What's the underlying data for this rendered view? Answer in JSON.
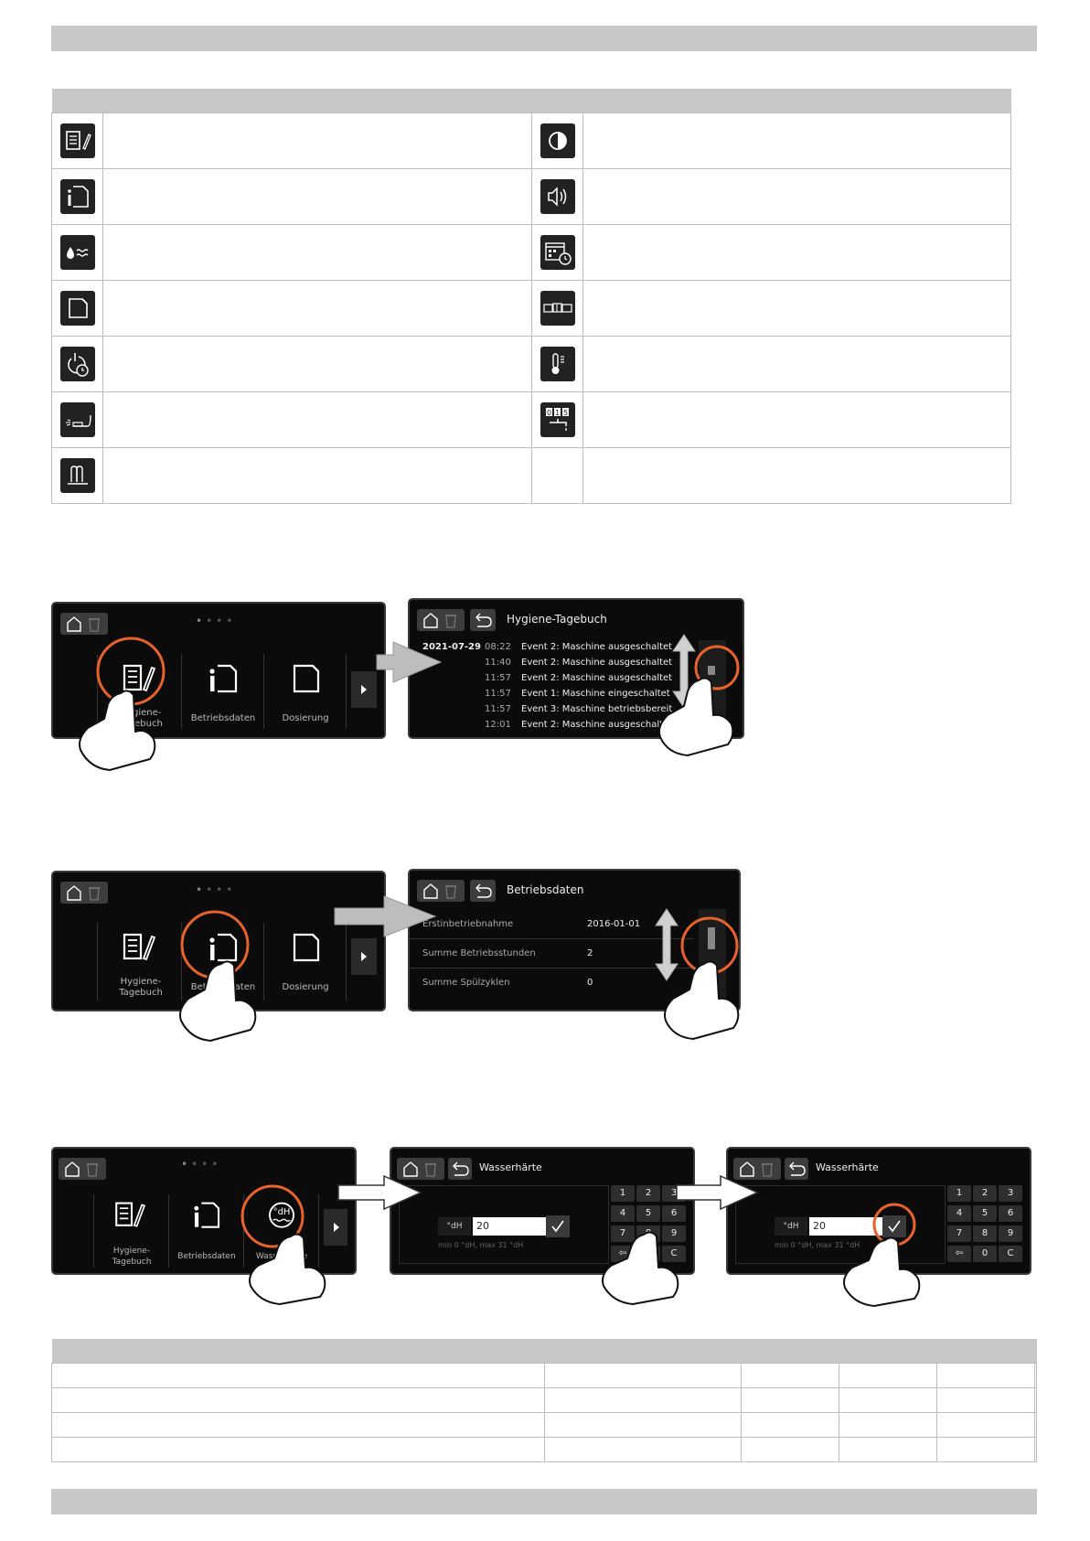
{
  "screen1": {
    "tiles": [
      {
        "label": "Hygiene-\nTagebuch"
      },
      {
        "label": "Betriebsdaten"
      },
      {
        "label": "Dosierung"
      }
    ]
  },
  "screen2": {
    "title": "Hygiene-Tagebuch",
    "date": "2021-07-29",
    "rows": [
      {
        "time": "08:22",
        "event": "Event 2: Maschine ausgeschaltet"
      },
      {
        "time": "11:40",
        "event": "Event 2: Maschine ausgeschaltet"
      },
      {
        "time": "11:57",
        "event": "Event 2: Maschine ausgeschaltet"
      },
      {
        "time": "11:57",
        "event": "Event 1: Maschine eingeschaltet"
      },
      {
        "time": "11:57",
        "event": "Event 3: Maschine betriebsbereit"
      },
      {
        "time": "12:01",
        "event": "Event 2: Maschine ausgeschaltet"
      }
    ]
  },
  "screen3": {
    "tiles": [
      {
        "label": "Hygiene-\nTagebuch"
      },
      {
        "label": "Betriebsdaten"
      },
      {
        "label": "Dosierung"
      }
    ]
  },
  "screen4": {
    "title": "Betriebsdaten",
    "rows": [
      {
        "label": "Erstinbetriebnahme",
        "value": "2016-01-01"
      },
      {
        "label": "Summe Betriebsstunden",
        "value": "2"
      },
      {
        "label": "Summe Spülzyklen",
        "value": "0"
      }
    ]
  },
  "screen5": {
    "tiles": [
      {
        "label": "Hygiene-\nTagebuch"
      },
      {
        "label": "Betriebsdaten"
      },
      {
        "label": "Wasserhärte"
      }
    ],
    "dh_badge": "°dH"
  },
  "screen6": {
    "title": "Wasserhärte",
    "unit": "°dH",
    "value": "20",
    "hint": "min 0 °dH, max 31 °dH",
    "keys": [
      "1",
      "2",
      "3",
      "4",
      "5",
      "6",
      "7",
      "8",
      "9",
      "⇦",
      "0",
      "C"
    ]
  },
  "screen7": {
    "title": "Wasserhärte",
    "unit": "°dH",
    "value": "20",
    "hint": "min 0 °dH, max 31 °dH",
    "keys": [
      "1",
      "2",
      "3",
      "4",
      "5",
      "6",
      "7",
      "8",
      "9",
      "⇦",
      "0",
      "C"
    ]
  },
  "icons": {
    "left": [
      "hygiene-diary-icon",
      "info-icon",
      "water-hardness-icon",
      "canister-icon",
      "timer-power-icon",
      "cleaning-brush-icon",
      "heating-element-icon"
    ],
    "right": [
      "contrast-icon",
      "volume-icon",
      "calendar-clock-icon",
      "language-flags-icon",
      "thermometer-icon",
      "counter-tap-icon",
      ""
    ]
  },
  "colors": {
    "accent": "#e8632b",
    "screen_bg": "#0b0b0b",
    "header_bar": "#c8c8c8"
  }
}
